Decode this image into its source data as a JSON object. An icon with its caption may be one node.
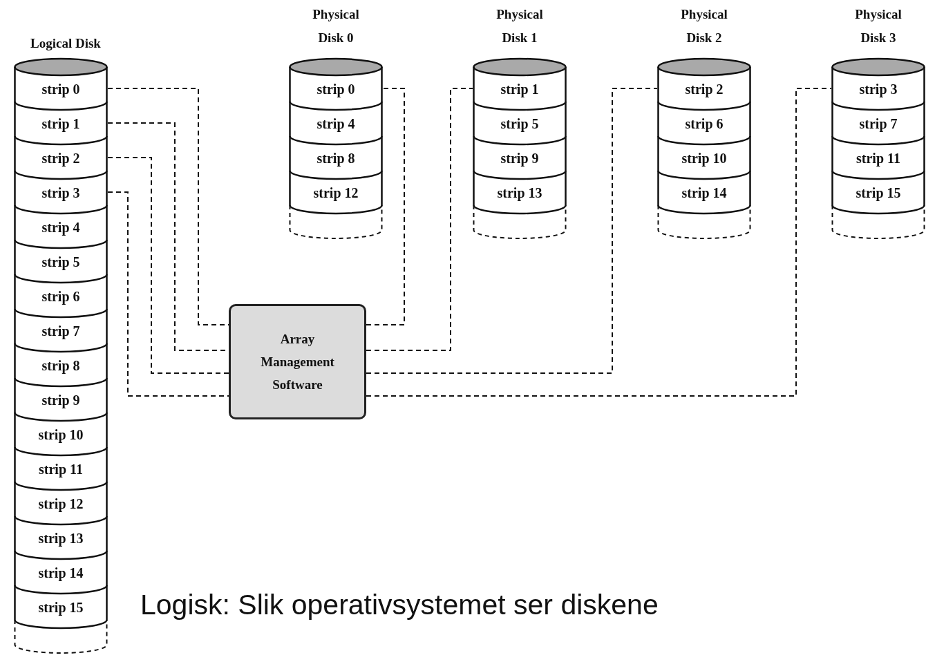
{
  "diagram": {
    "nodes": [
      {
        "text": [
          "Logical Disk"
        ]
      },
      {
        "text": [
          "strip 0"
        ],
        "in": 0
      },
      {
        "text": [
          "strip 1"
        ],
        "in": 0
      },
      {
        "text": [
          "strip 2"
        ],
        "in": 0
      },
      {
        "text": [
          "strip 3"
        ],
        "in": 0
      },
      {
        "text": [
          "strip 4"
        ],
        "in": 0
      },
      {
        "text": [
          "strip 5"
        ],
        "in": 0
      },
      {
        "text": [
          "strip 6"
        ],
        "in": 0
      },
      {
        "text": [
          "strip 7"
        ],
        "in": 0
      },
      {
        "text": [
          "strip 8"
        ],
        "in": 0
      },
      {
        "text": [
          "strip 9"
        ],
        "in": 0
      },
      {
        "text": [
          "strip 10"
        ],
        "in": 0
      },
      {
        "text": [
          "strip 11"
        ],
        "in": 0
      },
      {
        "text": [
          "strip 12"
        ],
        "in": 0
      },
      {
        "text": [
          "strip 13"
        ],
        "in": 0
      },
      {
        "text": [
          "strip 14"
        ],
        "in": 0
      },
      {
        "text": [
          "strip 15"
        ],
        "in": 0
      },
      {
        "text": [
          "Physical Disk 0"
        ]
      },
      {
        "text": [
          "strip 0"
        ],
        "in": 17
      },
      {
        "text": [
          "strip 4"
        ],
        "in": 17
      },
      {
        "text": [
          "strip 8"
        ],
        "in": 17
      },
      {
        "text": [
          "strip 12"
        ],
        "in": 17
      },
      {
        "text": [
          "Physical Disk 1"
        ]
      },
      {
        "text": [
          "strip 1"
        ],
        "in": 22
      },
      {
        "text": [
          "strip 5"
        ],
        "in": 22
      },
      {
        "text": [
          "strip 9"
        ],
        "in": 22
      },
      {
        "text": [
          "strip 13"
        ],
        "in": 22
      },
      {
        "text": [
          "Physical Disk 2"
        ]
      },
      {
        "text": [
          "strip 2"
        ],
        "in": 27
      },
      {
        "text": [
          "strip 6"
        ],
        "in": 27
      },
      {
        "text": [
          "strip 10"
        ],
        "in": 27
      },
      {
        "text": [
          "strip 14"
        ],
        "in": 27
      },
      {
        "text": [
          "Physical Disk 3"
        ]
      },
      {
        "text": [
          "strip 3"
        ],
        "in": 32
      },
      {
        "text": [
          "strip 7"
        ],
        "in": 32
      },
      {
        "text": [
          "strip 11"
        ],
        "in": 32
      },
      {
        "text": [
          "strip 15"
        ],
        "in": 32
      },
      {
        "text": [
          "Array Management Software"
        ]
      }
    ],
    "edges": [
      {
        "from": 1,
        "to": 37,
        "arrow": "none",
        "style": "dashed"
      },
      {
        "from": 2,
        "to": 37,
        "arrow": "none",
        "style": "dashed"
      },
      {
        "from": 3,
        "to": 37,
        "arrow": "none",
        "style": "dashed"
      },
      {
        "from": 4,
        "to": 37,
        "arrow": "none",
        "style": "dashed"
      },
      {
        "from": 37,
        "to": 18,
        "arrow": "none",
        "style": "dashed"
      },
      {
        "from": 37,
        "to": 23,
        "arrow": "none",
        "style": "dashed"
      },
      {
        "from": 37,
        "to": 28,
        "arrow": "none",
        "style": "dashed"
      },
      {
        "from": 37,
        "to": 33,
        "arrow": "none",
        "style": "dashed"
      }
    ],
    "labels": [
      "Logisk: Slik operativsystemet ser diskene"
    ]
  }
}
